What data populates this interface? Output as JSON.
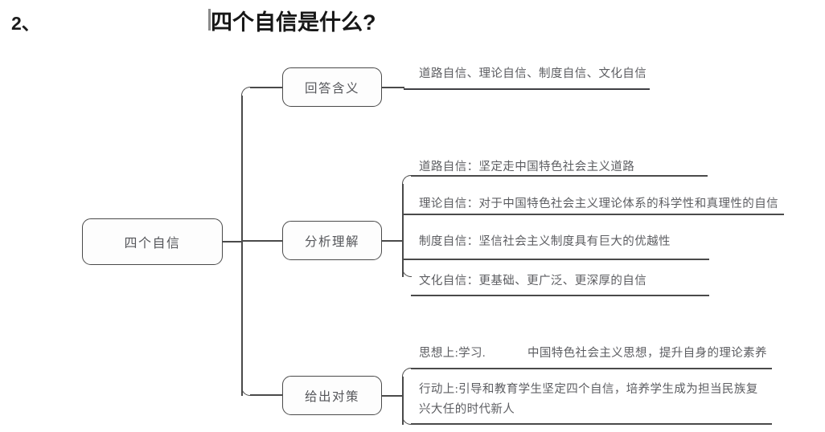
{
  "header": {
    "number": "2、",
    "title": "四个自信是什么?"
  },
  "diagram": {
    "type": "mind-map",
    "root": {
      "label": "四个自信"
    },
    "branches": [
      {
        "label": "回答含义",
        "leaves": [
          {
            "text": "道路自信、理论自信、制度自信、文化自信"
          }
        ]
      },
      {
        "label": "分析理解",
        "leaves": [
          {
            "text": "道路自信：坚定走中国特色社会主义道路"
          },
          {
            "text": "理论自信：对于中国特色社会主义理论体系的科学性和真理性的自信"
          },
          {
            "text": "制度自信：坚信社会主义制度具有巨大的优越性"
          },
          {
            "text": "文化自信：更基础、更广泛、更深厚的自信"
          }
        ]
      },
      {
        "label": "给出对策",
        "leaves": [
          {
            "text_before_gap": "思想上:学习.",
            "text_after_gap": "中国特色社会主义思想，提升自身的理论素养"
          },
          {
            "text": "行动上:引导和教育学生坚定四个自信，培养学生成为担当民族复兴大任的时代新人"
          }
        ]
      }
    ]
  },
  "colors": {
    "line": "#4a4a4a",
    "text": "#5c5d61",
    "title": "#171717",
    "rule": "#3f4044",
    "background": "#ffffff"
  }
}
